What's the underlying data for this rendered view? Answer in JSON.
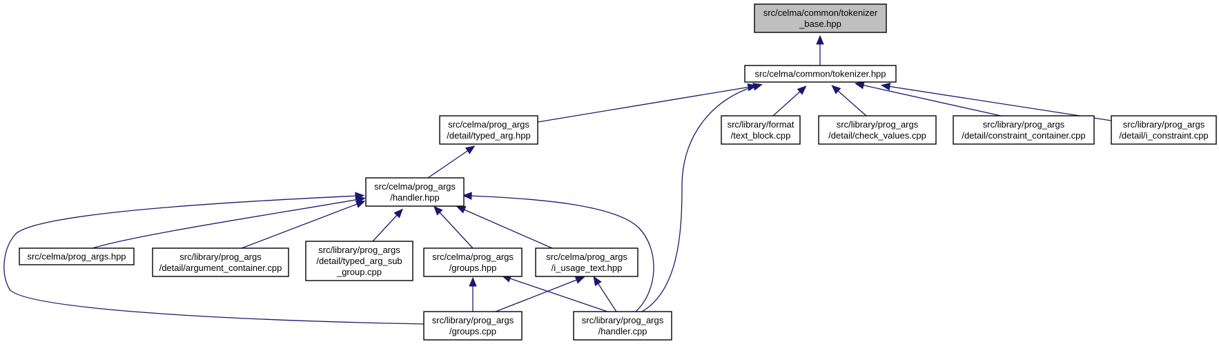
{
  "colors": {
    "edge": "#191970",
    "node_fill": "#ffffff",
    "node_highlight_fill": "#bfbfbf",
    "node_border": "#000000"
  },
  "nodes": {
    "tokenizer_base": {
      "lines": [
        "src/celma/common/tokenizer",
        "_base.hpp"
      ],
      "highlight": true
    },
    "tokenizer": {
      "lines": [
        "src/celma/common/tokenizer.hpp"
      ]
    },
    "typed_arg": {
      "lines": [
        "src/celma/prog_args",
        "/detail/typed_arg.hpp"
      ]
    },
    "text_block": {
      "lines": [
        "src/library/format",
        "/text_block.cpp"
      ]
    },
    "check_values": {
      "lines": [
        "src/library/prog_args",
        "/detail/check_values.cpp"
      ]
    },
    "constraint_container": {
      "lines": [
        "src/library/prog_args",
        "/detail/constraint_container.cpp"
      ]
    },
    "i_constraint": {
      "lines": [
        "src/library/prog_args",
        "/detail/i_constraint.cpp"
      ]
    },
    "handler_hpp": {
      "lines": [
        "src/celma/prog_args",
        "/handler.hpp"
      ]
    },
    "prog_args_hpp": {
      "lines": [
        "src/celma/prog_args.hpp"
      ]
    },
    "argument_container": {
      "lines": [
        "src/library/prog_args",
        "/detail/argument_container.cpp"
      ]
    },
    "typed_arg_sub_group": {
      "lines": [
        "src/library/prog_args",
        "/detail/typed_arg_sub",
        "_group.cpp"
      ]
    },
    "groups_hpp": {
      "lines": [
        "src/celma/prog_args",
        "/groups.hpp"
      ]
    },
    "i_usage_text": {
      "lines": [
        "src/celma/prog_args",
        "/i_usage_text.hpp"
      ]
    },
    "groups_cpp": {
      "lines": [
        "src/library/prog_args",
        "/groups.cpp"
      ]
    },
    "handler_cpp": {
      "lines": [
        "src/library/prog_args",
        "/handler.cpp"
      ]
    }
  },
  "edges": [
    {
      "from": "tokenizer",
      "to": "tokenizer_base"
    },
    {
      "from": "typed_arg",
      "to": "tokenizer"
    },
    {
      "from": "handler_cpp",
      "to": "tokenizer"
    },
    {
      "from": "text_block",
      "to": "tokenizer"
    },
    {
      "from": "check_values",
      "to": "tokenizer"
    },
    {
      "from": "constraint_container",
      "to": "tokenizer"
    },
    {
      "from": "i_constraint",
      "to": "tokenizer"
    },
    {
      "from": "handler_hpp",
      "to": "typed_arg"
    },
    {
      "from": "groups_cpp",
      "to": "handler_hpp"
    },
    {
      "from": "prog_args_hpp",
      "to": "handler_hpp"
    },
    {
      "from": "argument_container",
      "to": "handler_hpp"
    },
    {
      "from": "typed_arg_sub_group",
      "to": "handler_hpp"
    },
    {
      "from": "groups_hpp",
      "to": "handler_hpp"
    },
    {
      "from": "i_usage_text",
      "to": "handler_hpp"
    },
    {
      "from": "handler_cpp",
      "to": "handler_hpp"
    },
    {
      "from": "groups_cpp",
      "to": "groups_hpp"
    },
    {
      "from": "handler_cpp",
      "to": "groups_hpp"
    },
    {
      "from": "groups_cpp",
      "to": "i_usage_text"
    },
    {
      "from": "handler_cpp",
      "to": "i_usage_text"
    }
  ]
}
